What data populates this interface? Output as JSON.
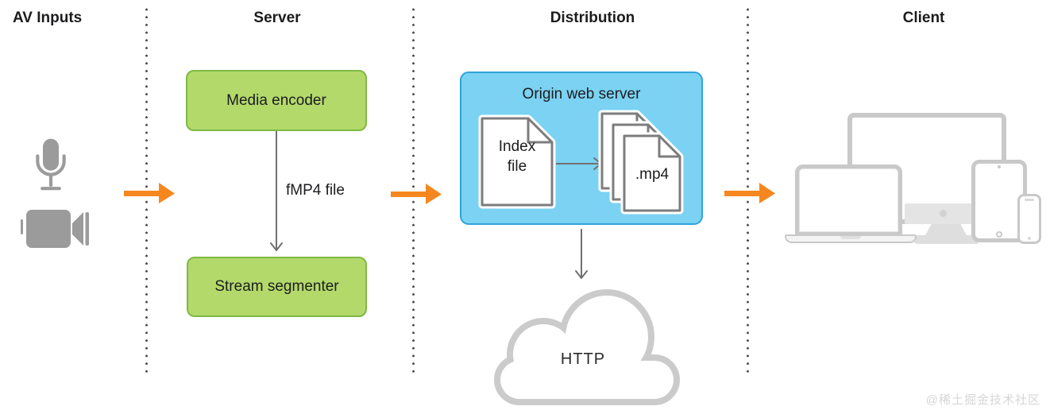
{
  "sections": {
    "av_inputs": {
      "title": "AV Inputs"
    },
    "server": {
      "title": "Server",
      "encoder_label": "Media encoder",
      "segmenter_label": "Stream segmenter",
      "edge_label": "fMP4 file"
    },
    "distribution": {
      "title": "Distribution",
      "origin_title": "Origin web server",
      "index_label": "Index\nfile",
      "media_label": ".mp4",
      "cloud_label": "HTTP"
    },
    "client": {
      "title": "Client"
    }
  },
  "watermark": "@稀土掘金技术社区",
  "icons": {
    "microphone": "microphone-icon",
    "video_camera": "video-camera-icon",
    "flow_arrow": "orange-right-arrow-icon",
    "down_arrow": "gray-down-arrow-icon",
    "right_arrow": "gray-right-arrow-icon",
    "document": "document-icon",
    "document_stack": "document-stack-icon",
    "cloud": "cloud-icon",
    "tv": "tv-display-icon",
    "laptop": "laptop-icon",
    "desktop": "desktop-computer-icon",
    "tablet": "tablet-icon",
    "phone": "smartphone-icon"
  },
  "colors": {
    "green_fill": "#b3d96b",
    "green_border": "#7eba44",
    "blue_fill": "#7bd2f2",
    "blue_border": "#2fa4d8",
    "orange": "#f6871f",
    "icon_gray": "#9b9b9b",
    "connector_gray": "#707070",
    "device_gray": "#c9c9c9",
    "device_fill": "#e4e4e4",
    "cloud_gray": "#cbcbcb",
    "doc_border": "#7d7d7d",
    "text_dark": "#1c1c1e",
    "dot_gray": "#4a4a4a",
    "watermark_gray": "#d6d6d6"
  }
}
